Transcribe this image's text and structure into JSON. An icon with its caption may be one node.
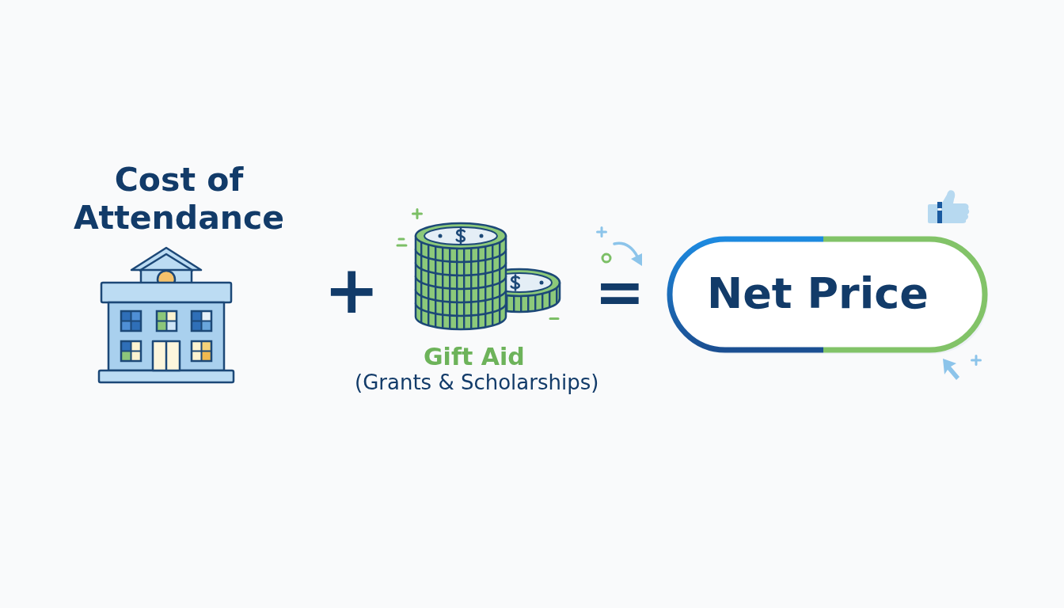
{
  "diagram": {
    "nodes": [
      {
        "text": [
          "Cost of Attendance"
        ]
      },
      {
        "text": [
          "Gift Aid",
          "(Grants & Scholarships)"
        ]
      },
      {
        "text": [
          "Net Price"
        ]
      }
    ],
    "labels": [
      "+",
      "="
    ]
  }
}
